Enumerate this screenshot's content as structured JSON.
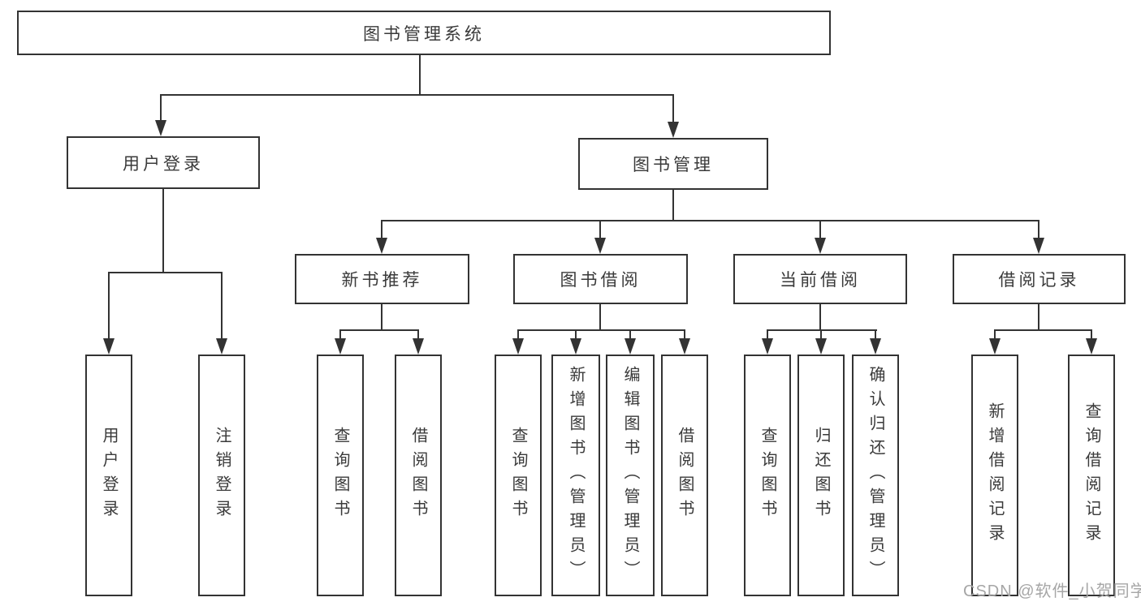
{
  "colors": {
    "background": "#ffffff",
    "line": "#333333",
    "text": "#3a3a3a",
    "watermark": "#a6a6a6"
  },
  "watermark": {
    "text": "CSDN @软件_小贺同学"
  },
  "tree": {
    "label": "图书管理系统",
    "children": [
      {
        "label": "用户登录",
        "children": [
          {
            "label": "用户登录"
          },
          {
            "label": "注销登录"
          }
        ]
      },
      {
        "label": "图书管理",
        "children": [
          {
            "label": "新书推荐",
            "children": [
              {
                "label": "查询图书"
              },
              {
                "label": "借阅图书"
              }
            ]
          },
          {
            "label": "图书借阅",
            "children": [
              {
                "label": "查询图书"
              },
              {
                "label": "新增图书（管理员）"
              },
              {
                "label": "编辑图书（管理员）"
              },
              {
                "label": "借阅图书"
              }
            ]
          },
          {
            "label": "当前借阅",
            "children": [
              {
                "label": "查询图书"
              },
              {
                "label": "归还图书"
              },
              {
                "label": "确认归还（管理员）"
              }
            ]
          },
          {
            "label": "借阅记录",
            "children": [
              {
                "label": "新增借阅记录"
              },
              {
                "label": "查询借阅记录"
              }
            ]
          }
        ]
      }
    ]
  }
}
